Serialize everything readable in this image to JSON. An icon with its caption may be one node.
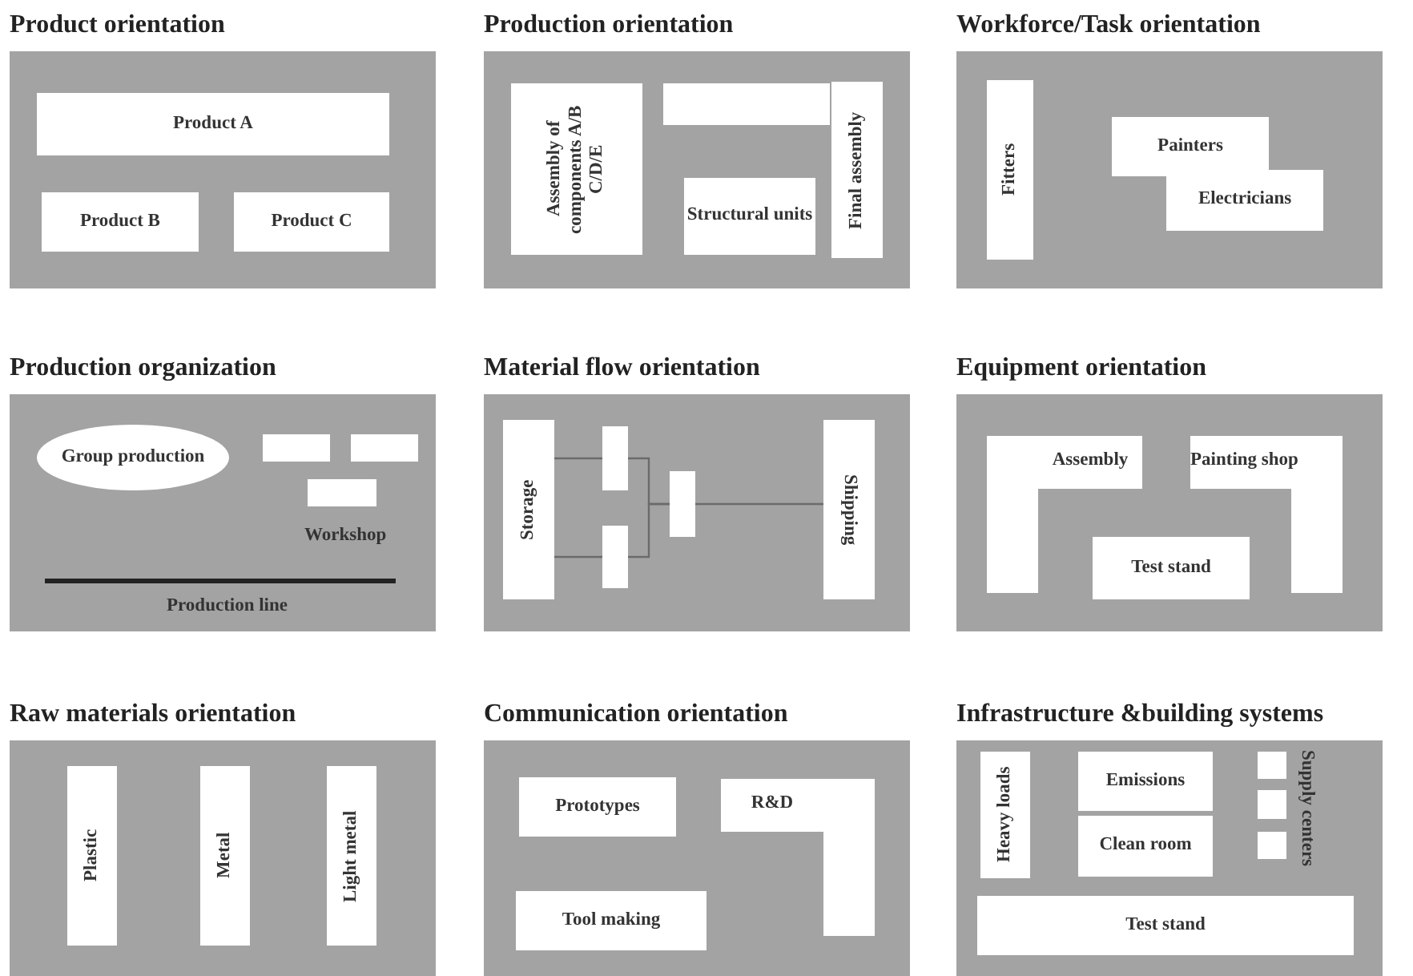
{
  "diagram": {
    "nodes": [
      {
        "text": [
          "Product orientation"
        ]
      },
      {
        "text": [
          "Product A"
        ],
        "in": 0
      },
      {
        "text": [
          "Product B"
        ],
        "in": 0
      },
      {
        "text": [
          "Product C"
        ],
        "in": 0
      },
      {
        "text": [
          "Production orientation"
        ]
      },
      {
        "text": [
          "Assembly of components A/B C/D/E"
        ],
        "in": 4
      },
      {
        "text": [],
        "shape": "box",
        "in": 4
      },
      {
        "text": [
          "Structural units"
        ],
        "in": 4
      },
      {
        "text": [
          "Final assembly"
        ],
        "in": 4
      },
      {
        "text": [
          "Workforce/Task orientation"
        ]
      },
      {
        "text": [
          "Fitters"
        ],
        "in": 9
      },
      {
        "text": [
          "Painters"
        ],
        "in": 9
      },
      {
        "text": [
          "Electricians"
        ],
        "in": 9
      },
      {
        "text": [
          "Production organization"
        ]
      },
      {
        "text": [
          "Group production"
        ],
        "in": 13
      },
      {
        "text": [],
        "shape": "box",
        "in": 13
      },
      {
        "text": [],
        "shape": "box",
        "in": 13
      },
      {
        "text": [],
        "shape": "box",
        "in": 13
      },
      {
        "text": [
          "Material flow orientation"
        ]
      },
      {
        "text": [
          "Storage"
        ],
        "in": 18
      },
      {
        "text": [],
        "shape": "box",
        "in": 18
      },
      {
        "text": [],
        "shape": "box",
        "in": 18
      },
      {
        "text": [],
        "shape": "box",
        "in": 18
      },
      {
        "text": [
          "Shipping"
        ],
        "in": 18
      },
      {
        "text": [
          "Equipment orientation"
        ]
      },
      {
        "text": [
          "Assembly"
        ],
        "in": 24
      },
      {
        "text": [
          "Painting shop"
        ],
        "in": 24
      },
      {
        "text": [
          "Test stand"
        ],
        "in": 24
      },
      {
        "text": [
          "Raw materials orientation"
        ]
      },
      {
        "text": [
          "Plastic"
        ],
        "in": 28
      },
      {
        "text": [
          "Metal"
        ],
        "in": 28
      },
      {
        "text": [
          "Light metal"
        ],
        "in": 28
      },
      {
        "text": [
          "Communication orientation"
        ]
      },
      {
        "text": [
          "Prototypes"
        ],
        "in": 32
      },
      {
        "text": [
          "R&D"
        ],
        "in": 32
      },
      {
        "text": [
          "Tool making"
        ],
        "in": 32
      },
      {
        "text": [
          "Infrastructure &building systems"
        ]
      },
      {
        "text": [
          "Heavy loads"
        ],
        "in": 36
      },
      {
        "text": [
          "Emissions"
        ],
        "in": 36
      },
      {
        "text": [
          "Clean room"
        ],
        "in": 36
      },
      {
        "text": [],
        "shape": "box",
        "in": 36
      },
      {
        "text": [],
        "shape": "box",
        "in": 36
      },
      {
        "text": [],
        "shape": "box",
        "in": 36
      },
      {
        "text": [
          "Test stand"
        ],
        "in": 36
      }
    ],
    "edges": [
      {
        "from": 19,
        "to": 20,
        "arrow": "none"
      },
      {
        "from": 19,
        "to": 21,
        "arrow": "none"
      },
      {
        "from": 20,
        "to": 22,
        "arrow": "none"
      },
      {
        "from": 21,
        "to": 22,
        "arrow": "none"
      },
      {
        "from": 22,
        "to": 23,
        "arrow": "none"
      }
    ],
    "labels": [
      "Workshop",
      "Production line",
      "Supply centers"
    ]
  }
}
